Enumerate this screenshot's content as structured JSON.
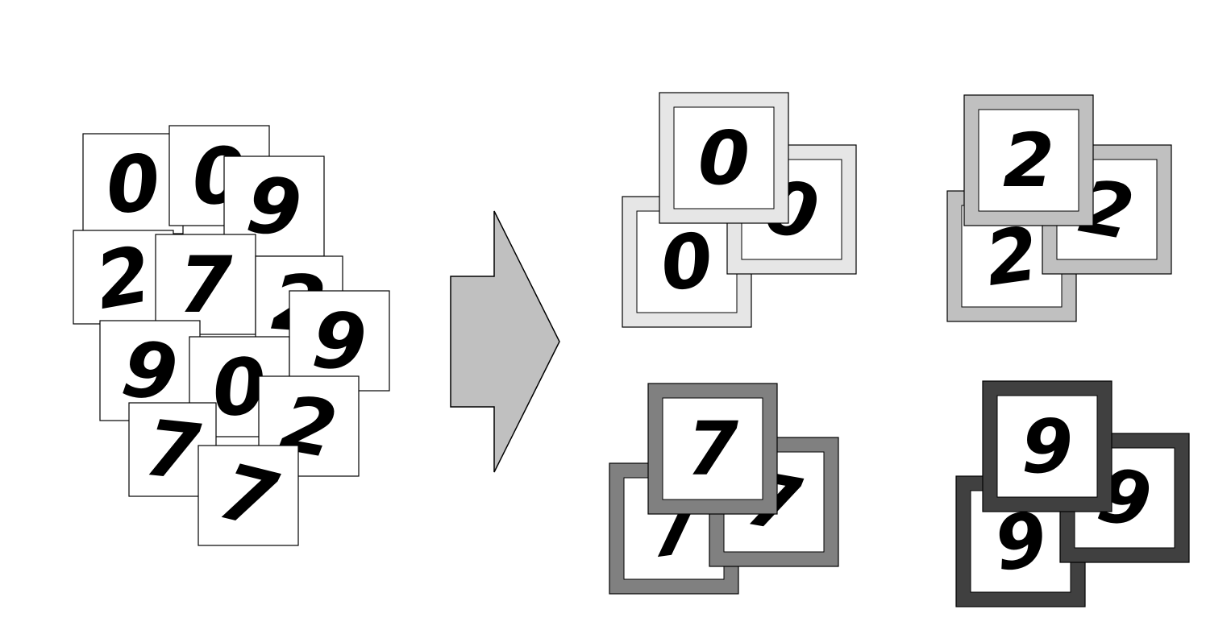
{
  "scattered_digits": [
    "0",
    "0",
    "9",
    "2",
    "7",
    "2",
    "9",
    "0",
    "9",
    "7",
    "2",
    "7"
  ],
  "clusters": [
    {
      "digit": "0",
      "color": "#e6e6e6"
    },
    {
      "digit": "2",
      "color": "#c0c0c0"
    },
    {
      "digit": "7",
      "color": "#808080"
    },
    {
      "digit": "9",
      "color": "#404040"
    }
  ],
  "arrow_color": "#c0c0c0"
}
